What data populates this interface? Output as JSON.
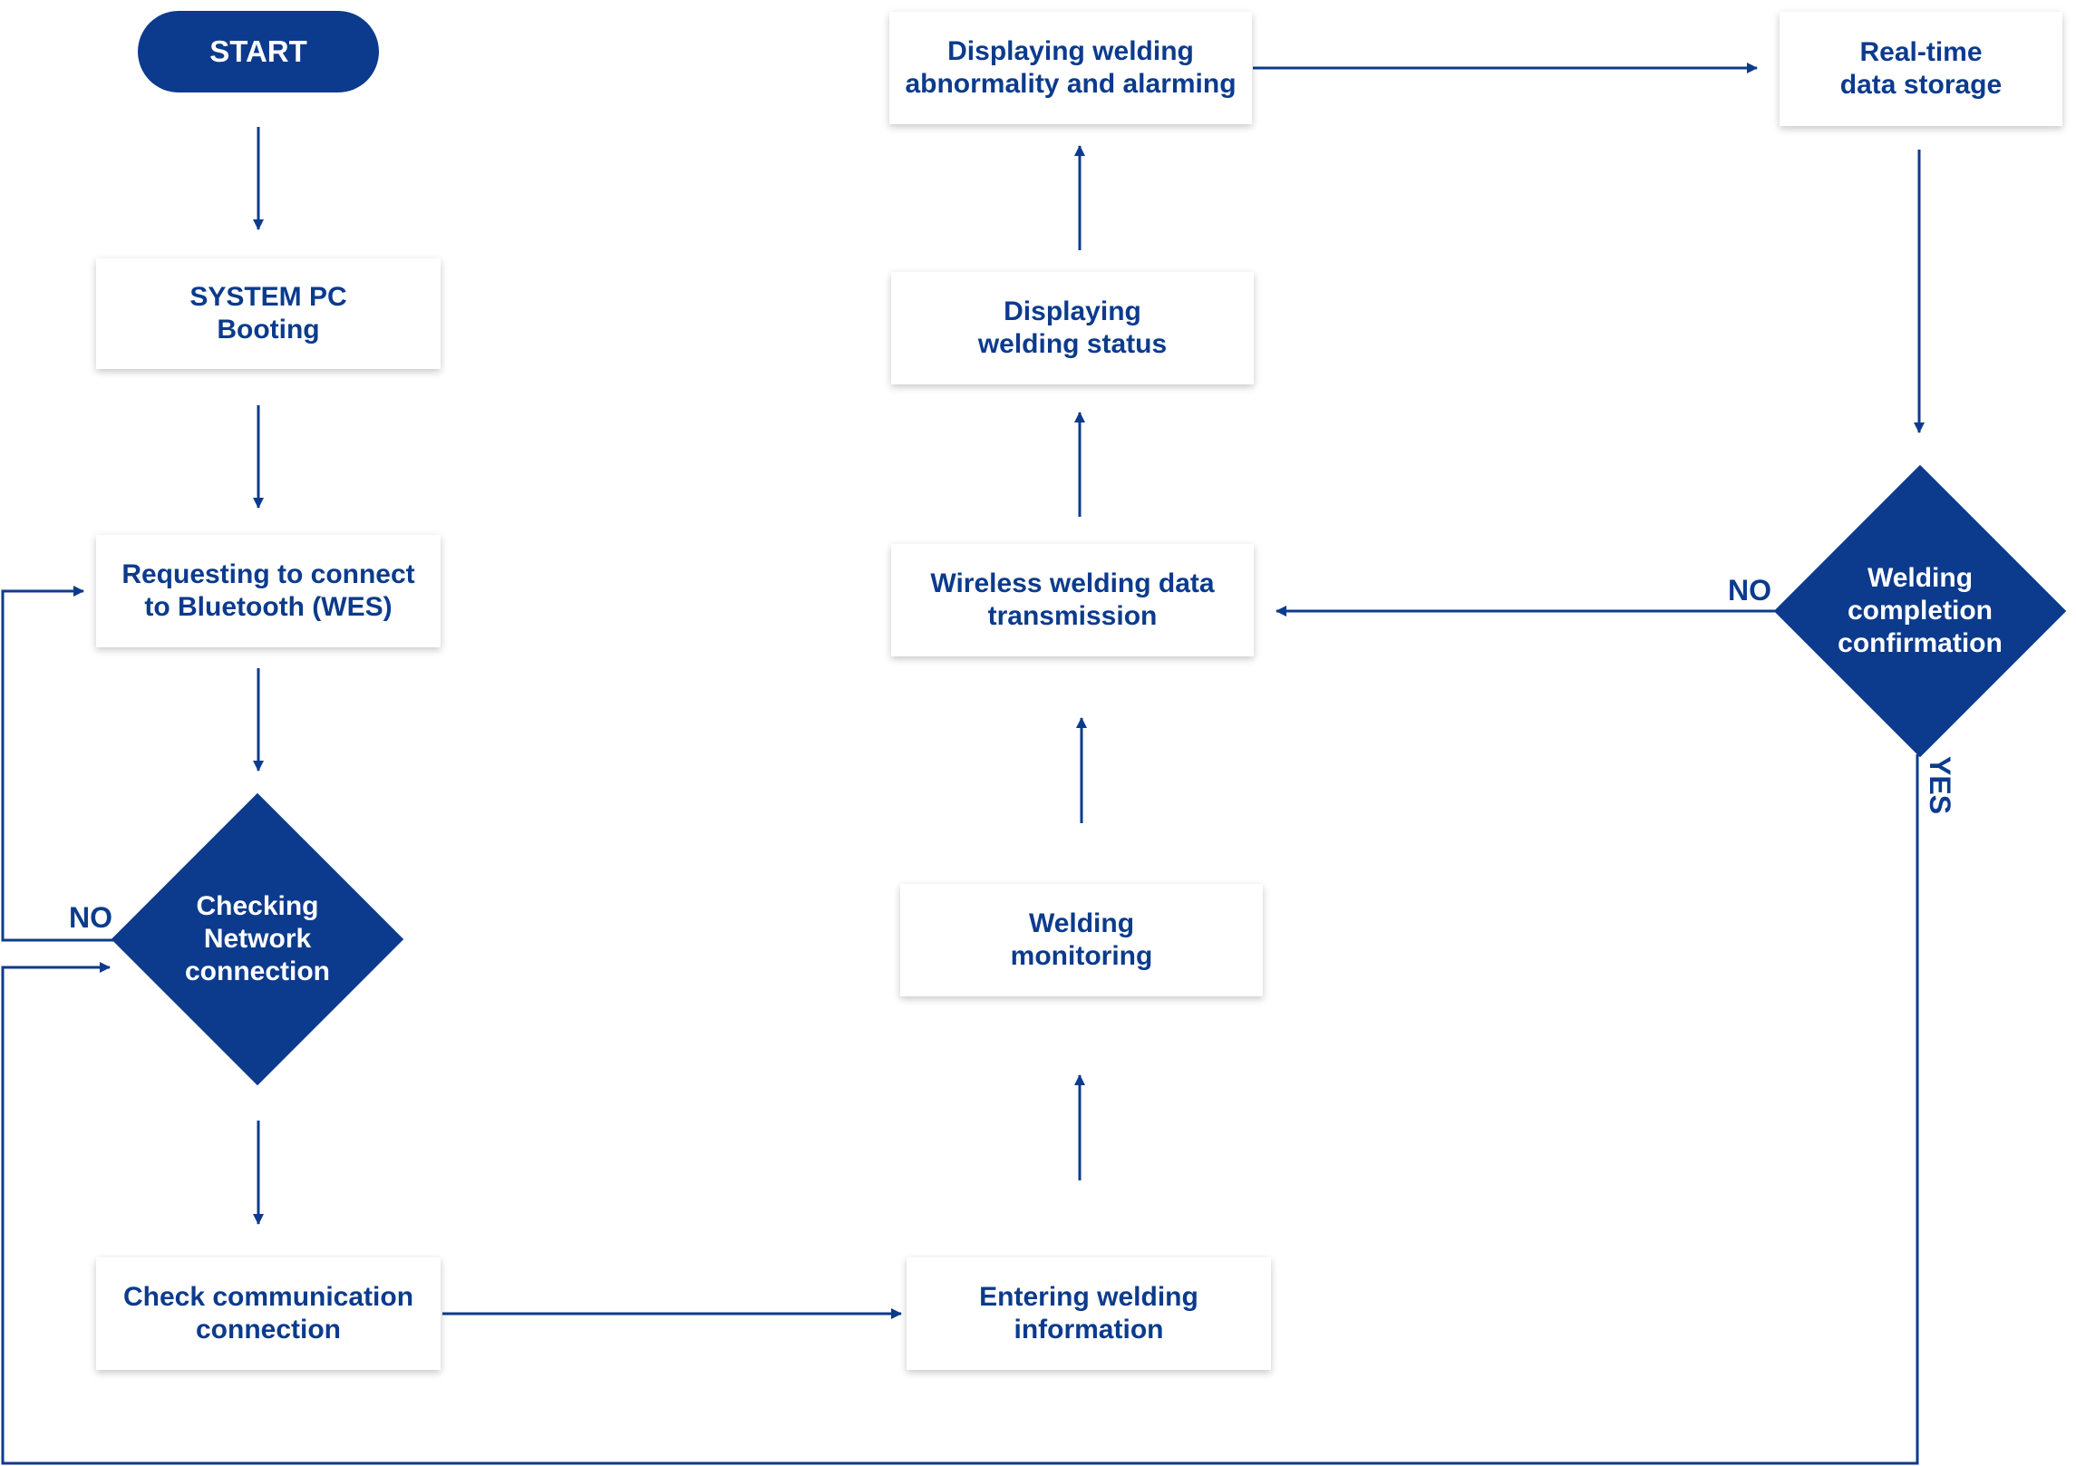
{
  "colors": {
    "primary": "#0c3b8d",
    "box_bg": "#ffffff",
    "diamond_text": "#ffffff"
  },
  "start": {
    "label": "START"
  },
  "nodes": {
    "system_pc_booting": "SYSTEM PC\nBooting",
    "requesting_bluetooth": "Requesting to connect\nto Bluetooth (WES)",
    "checking_network": "Checking\nNetwork\nconnection",
    "check_communication": "Check communication\nconnection",
    "entering_welding_info": "Entering welding\ninformation",
    "welding_monitoring": "Welding\nmonitoring",
    "wireless_transmission": "Wireless welding data\ntransmission",
    "displaying_status": "Displaying\nwelding status",
    "displaying_abnormality": "Displaying welding\nabnormality and alarming",
    "realtime_storage": "Real-time\ndata storage",
    "welding_completion": "Welding\ncompletion\nconfirmation"
  },
  "labels": {
    "network_no": "NO",
    "completion_no": "NO",
    "completion_yes": "YES"
  }
}
